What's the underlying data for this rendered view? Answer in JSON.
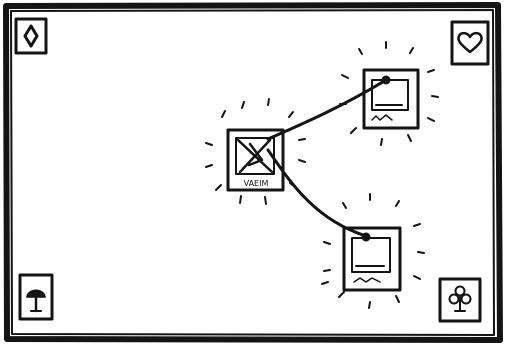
{
  "board": {
    "style": "hand-drawn sketch",
    "ink_color": "#141414",
    "paper_color": "#ffffff"
  },
  "corner_cards": [
    {
      "name": "top-left",
      "icon": "diamond-icon"
    },
    {
      "name": "top-right",
      "icon": "heart-icon"
    },
    {
      "name": "bottom-left",
      "icon": "tree-icon"
    },
    {
      "name": "bottom-right",
      "icon": "club-icon"
    }
  ],
  "tiles": [
    {
      "name": "center",
      "state": "crossed-out",
      "glow": true,
      "caption": "VAEIM"
    },
    {
      "name": "upper-right",
      "state": "active",
      "glow": true,
      "caption": ""
    },
    {
      "name": "lower-right",
      "state": "active",
      "glow": true,
      "caption": ""
    }
  ],
  "links": [
    {
      "from": "center",
      "to": "upper-right"
    },
    {
      "from": "center",
      "to": "lower-right"
    }
  ]
}
